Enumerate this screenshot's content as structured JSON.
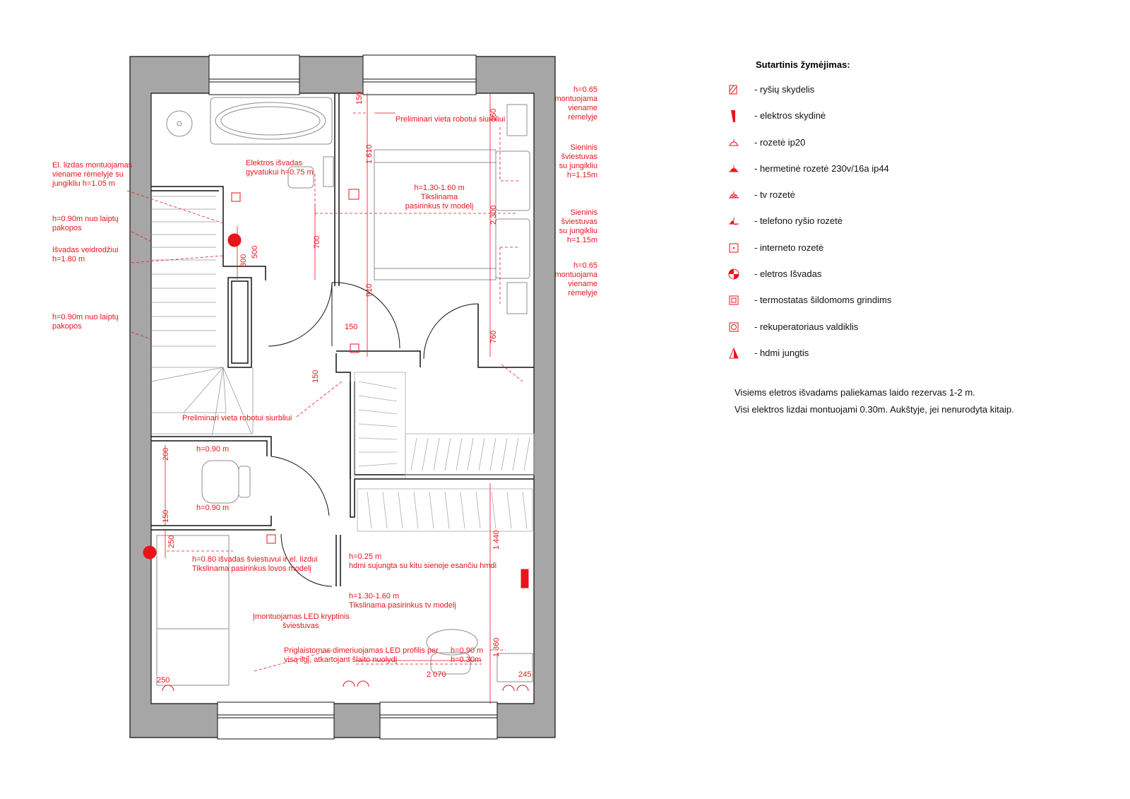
{
  "notes": {
    "el_outlet": [
      "El. lizdas montuojamas",
      "viename rėmelyje su",
      "jungikliu h=1.05 m"
    ],
    "stair_h1": [
      "h=0.90m nuo laiptų",
      "pakopos"
    ],
    "mirror": [
      "Išvadas veidrodžiui",
      "h=1.80 m"
    ],
    "stair_h2": [
      "h=0.90m nuo laiptų",
      "pakopos"
    ],
    "towel": [
      "Elektros išvadas",
      "gyvatukui h=0.75 m"
    ],
    "robot_top": "Preliminari vieta robotui siurbliui",
    "tv_bed": [
      "h=1.30-1.60 m",
      "Tikslinama",
      "pasirinkus tv modelį"
    ],
    "frame_top": [
      "h=0.65",
      "montuojama",
      "viename",
      "rėmelyje"
    ],
    "sconce1": [
      "Sieninis",
      "šviestuvas",
      "su jungikliu",
      "h=1.15m"
    ],
    "sconce2": [
      "Sieninis",
      "šviestuvas",
      "su jungikliu",
      "h=1.15m"
    ],
    "frame_bot": [
      "h=0.65",
      "montuojama",
      "viename",
      "rėmelyje"
    ],
    "robot_mid": "Preliminari vieta robotui siurbliui",
    "h090a": "h=0.90 m",
    "h090b": "h=0.90 m",
    "light_bed": [
      "h=0.80 išvadas šviestuvui ir el. lizdui",
      "Tikslinama pasirinkus lovos modelį"
    ],
    "hdmi_025": [
      "h=0.25 m",
      "hdmi sujungta su kitu sienoje esančiu hmdi"
    ],
    "tv_room": [
      "h=1.30-1.60 m",
      "Tikslinama pasirinkus tv modelį"
    ],
    "led_spot": [
      "Įmontuojamas LED kryptinis",
      "šviestuvas"
    ],
    "led_profile": [
      "Priglaistomas dimeriuojamas LED profilis per",
      "visą ilgį, atkartojant šlaito nuolydį"
    ],
    "h090_030": [
      "h=0.90 m",
      "h=0.30m"
    ]
  },
  "dims": {
    "d150_top": "150",
    "d160": "160",
    "d1610": "1 610",
    "d2300": "2 300",
    "d910": "910",
    "d760": "760",
    "d700": "700",
    "d300": "300",
    "d500": "500",
    "d150_door": "150",
    "d150_left": "150",
    "d200": "200",
    "d150_wc": "150",
    "d250_top": "250",
    "d1440": "1 440",
    "d1360": "1 360",
    "d2070": "2 070",
    "d245": "245",
    "d250_bot": "250"
  },
  "legend": {
    "title": "Sutartinis žymėjimas:",
    "items": [
      {
        "icon": "hatched-box-icon",
        "label": "- ryšių skydelis"
      },
      {
        "icon": "electrical-panel-icon",
        "label": "- elektros skydinė"
      },
      {
        "icon": "socket-ip20-icon",
        "label": "- rozetė ip20"
      },
      {
        "icon": "sealed-socket-icon",
        "label": "- hermetinė rozetė 230v/16a ip44"
      },
      {
        "icon": "tv-socket-icon",
        "label": "- tv rozetė"
      },
      {
        "icon": "phone-socket-icon",
        "label": "- telefono ryšio rozetė"
      },
      {
        "icon": "internet-socket-icon",
        "label": "- interneto rozetė"
      },
      {
        "icon": "electric-outlet-point-icon",
        "label": "- eletros Išvadas"
      },
      {
        "icon": "thermostat-icon",
        "label": "- termostatas šildomoms grindims"
      },
      {
        "icon": "recuperator-controller-icon",
        "label": "- rekuperatoriaus valdiklis"
      },
      {
        "icon": "hdmi-icon",
        "label": "- hdmi jungtis"
      }
    ],
    "footnote1": "Visiems eletros išvadams paliekamas laido rezervas 1-2 m.",
    "footnote2": "Visi elektros lizdai montuojami 0.30m. Aukštyje, jei nenurodyta kitaip."
  },
  "colors": {
    "red": "#e8141c",
    "wall": "#a6a6a6",
    "line": "#111111",
    "furniture": "#8c8c8c"
  }
}
